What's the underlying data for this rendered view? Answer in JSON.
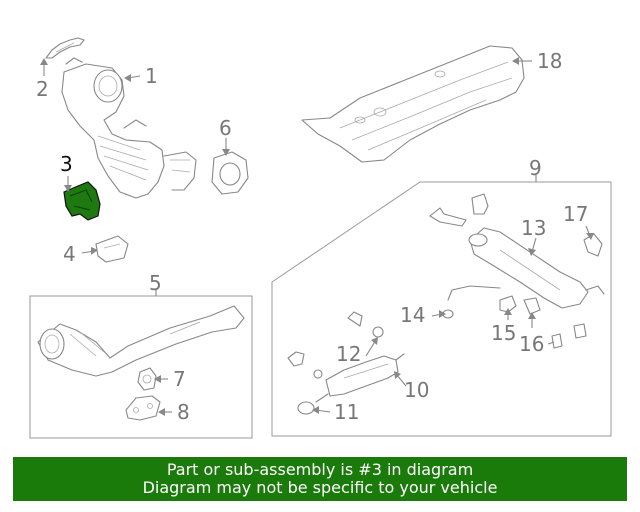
{
  "diagram": {
    "callouts": {
      "c1": "1",
      "c2": "2",
      "c3": "3",
      "c4": "4",
      "c5": "5",
      "c6": "6",
      "c7": "7",
      "c8": "8",
      "c9": "9",
      "c10": "10",
      "c11": "11",
      "c12": "12",
      "c13": "13",
      "c14": "14",
      "c15": "15",
      "c16": "16",
      "c17": "17",
      "c18": "18"
    },
    "highlighted_part": "3",
    "highlight_color": "#1e7a10"
  },
  "banner": {
    "line1": "Part or sub-assembly is #3 in diagram",
    "line2": "Diagram may not be specific to your vehicle",
    "background": "#1a7a0a"
  }
}
